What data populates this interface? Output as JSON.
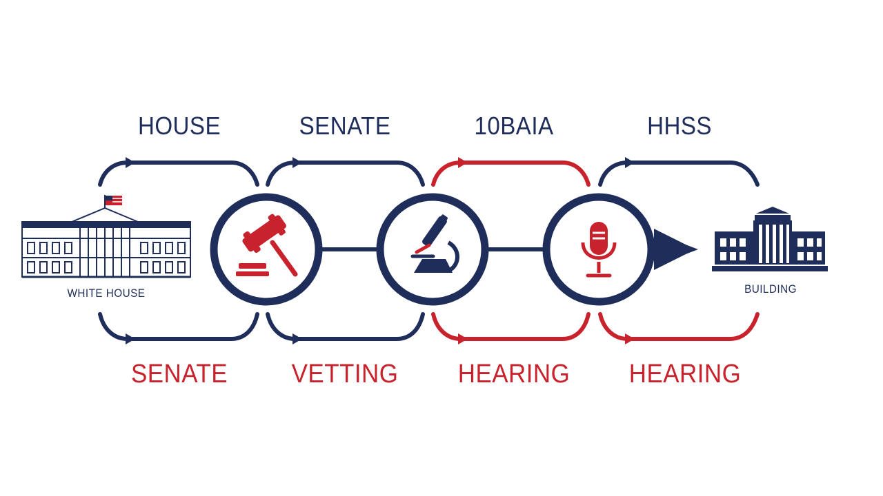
{
  "colors": {
    "navy": "#1e2d5a",
    "red": "#c8232c",
    "background": "#ffffff"
  },
  "top_labels": [
    {
      "text": "HOUSE",
      "color": "#1e2d5a"
    },
    {
      "text": "SENATE",
      "color": "#1e2d5a"
    },
    {
      "text": "10BAIA",
      "color": "#1e2d5a"
    },
    {
      "text": "HHSS",
      "color": "#1e2d5a"
    }
  ],
  "bottom_labels": [
    {
      "text": "SENATE",
      "color": "#c8232c"
    },
    {
      "text": "VETTING",
      "color": "#c8232c"
    },
    {
      "text": "HEARING",
      "color": "#c8232c"
    },
    {
      "text": "HEARING",
      "color": "#c8232c"
    }
  ],
  "start": {
    "icon": "white-house-icon",
    "caption": "WHITE HOUSE"
  },
  "end": {
    "icon": "government-building-icon",
    "caption": "BUILDING"
  },
  "steps": [
    {
      "icon": "gavel-icon"
    },
    {
      "icon": "microscope-icon"
    },
    {
      "icon": "microphone-icon"
    }
  ]
}
